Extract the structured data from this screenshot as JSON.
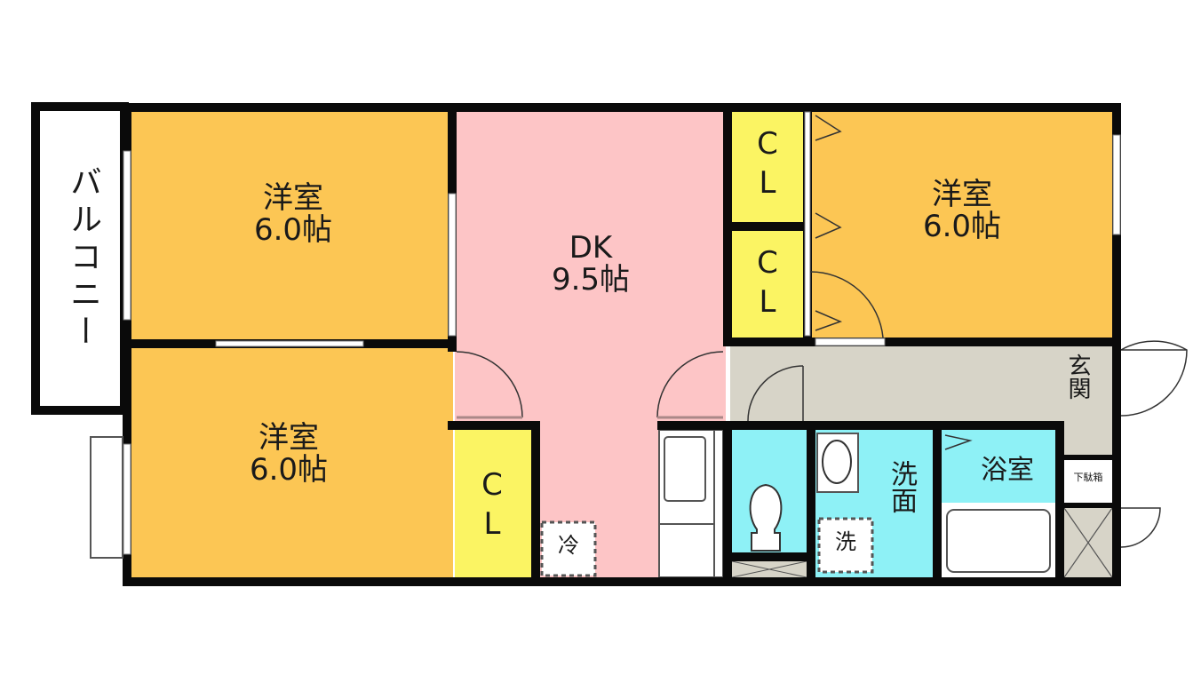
{
  "floor_plan": {
    "colors": {
      "western_room": "#fcc654",
      "dining_kitchen": "#fdc5c6",
      "closet": "#fbf463",
      "wet_area": "#8ef1f6",
      "hallway": "#d7d4c8",
      "balcony": "#ffffff",
      "wall": "#0a0a0a"
    },
    "balcony": {
      "label": "バルコニー"
    },
    "western_room_top_left": {
      "name": "洋室",
      "size": "6.0帖"
    },
    "western_room_bottom_left": {
      "name": "洋室",
      "size": "6.0帖"
    },
    "western_room_right": {
      "name": "洋室",
      "size": "6.0帖"
    },
    "dining_kitchen": {
      "name": "DK",
      "size": "9.5帖"
    },
    "closets": [
      {
        "label_line1": "C",
        "label_line2": "L"
      },
      {
        "label_line1": "C",
        "label_line2": "L"
      },
      {
        "label_line1": "C",
        "label_line2": "L"
      }
    ],
    "entrance": {
      "label": "玄関"
    },
    "shoe_box": {
      "label": "下駄箱"
    },
    "washroom": {
      "label": "洗面"
    },
    "bathroom": {
      "label": "浴室"
    },
    "fridge_space": {
      "label": "冷"
    },
    "washer_space": {
      "label": "洗"
    }
  }
}
